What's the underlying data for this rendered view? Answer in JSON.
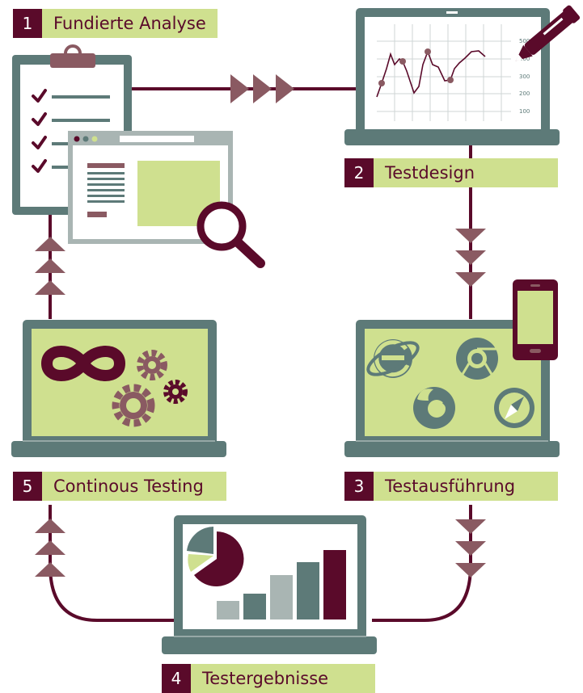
{
  "steps": [
    {
      "number": "1",
      "label": "Fundierte Analyse"
    },
    {
      "number": "2",
      "label": "Testdesign"
    },
    {
      "number": "3",
      "label": "Testausführung"
    },
    {
      "number": "4",
      "label": "Testergebnisse"
    },
    {
      "number": "5",
      "label": "Continous Testing"
    }
  ],
  "chart_axis": [
    "500",
    "400",
    "300",
    "200",
    "100"
  ],
  "colors": {
    "maroon": "#5a0a2a",
    "rose": "#8a5a62",
    "slate": "#5d7a78",
    "lime": "#cfe08f",
    "silver": "#a9b5b3"
  },
  "icons": [
    "clipboard-icon",
    "browser-window-icon",
    "magnifier-icon",
    "pen-icon",
    "internet-explorer-icon",
    "chrome-icon",
    "firefox-icon",
    "safari-icon",
    "smartphone-icon",
    "infinity-icon",
    "gear-icon",
    "pie-chart-icon",
    "bar-chart-icon"
  ]
}
